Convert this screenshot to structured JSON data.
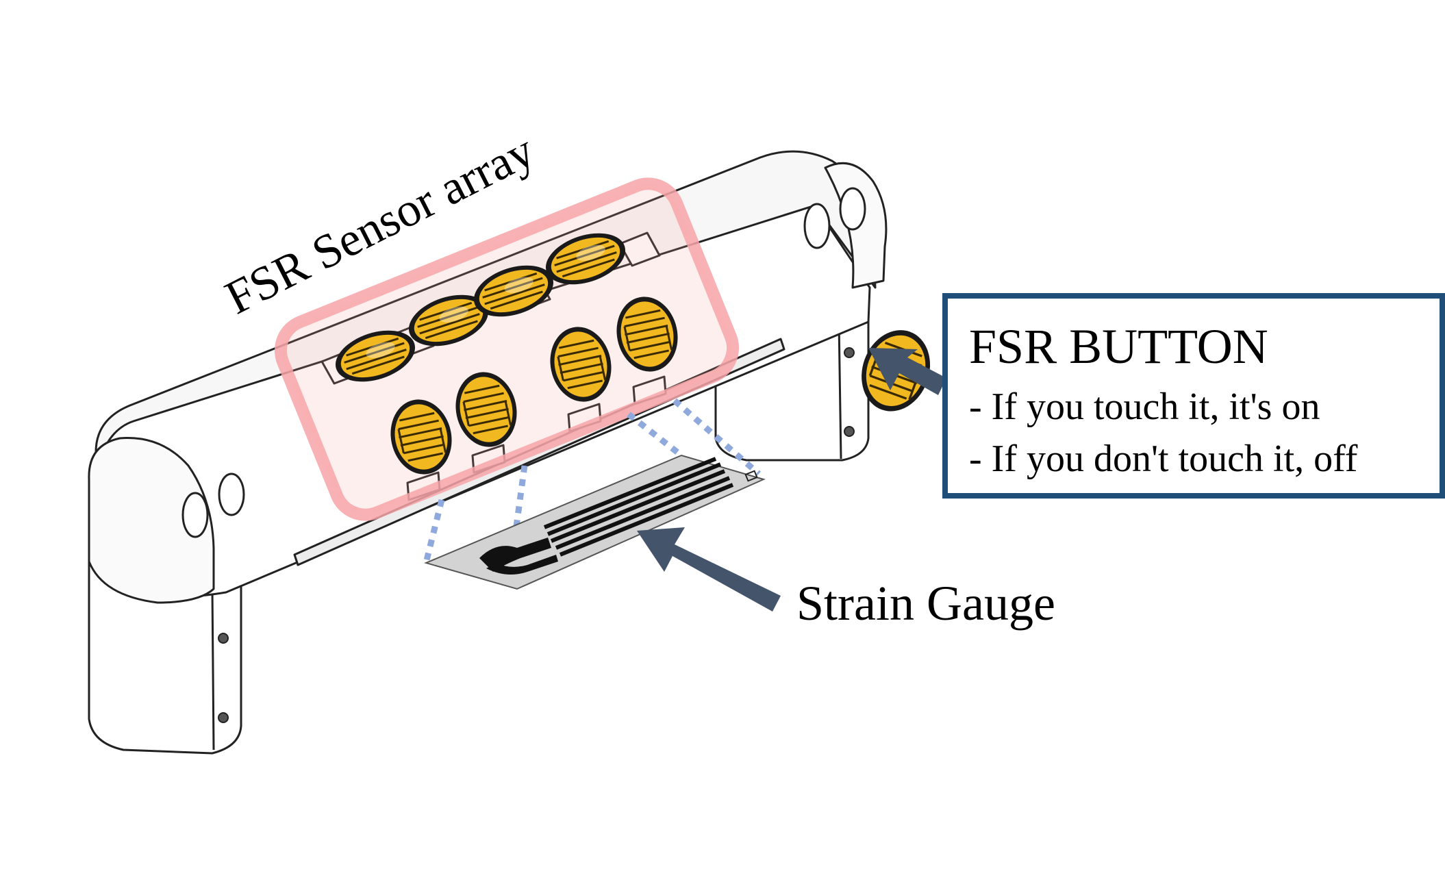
{
  "labels": {
    "sensor_array": "FSR Sensor array",
    "strain_gauge": "Strain Gauge"
  },
  "fsr_button_box": {
    "title": "FSR BUTTON",
    "line1": "- If you touch it, it's on",
    "line2": "- If you don't touch it, off"
  },
  "colors": {
    "outline": "#222222",
    "fsr_gold": "#f2b820",
    "fsr_dark": "#1a1a1a",
    "highlight": "#f7a5a8",
    "dotted": "#8fa9dc",
    "arrow": "#44546a",
    "box_border": "#1f4e79",
    "gauge_bg": "#d3d3d3"
  },
  "icons": {
    "fsr": "fsr-sensor-icon",
    "strain_gauge": "strain-gauge-icon",
    "arrow": "callout-arrow-icon"
  }
}
